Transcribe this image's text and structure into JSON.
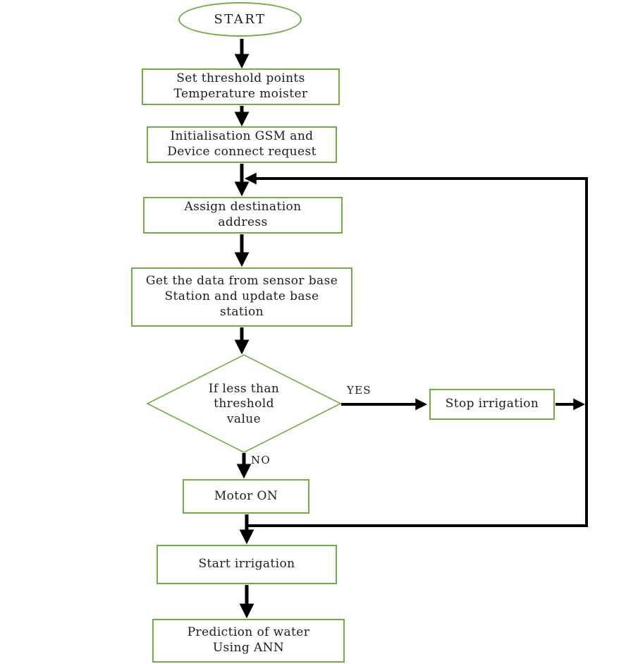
{
  "diagram": {
    "title_hint": "Irrigation control flowchart",
    "colors": {
      "node_border": "#70ad47",
      "connector": "#000000",
      "text": "#1c1c1c",
      "background": "#ffffff"
    },
    "nodes": {
      "start": "START",
      "set_threshold": "Set threshold points\nTemperature moister",
      "init_gsm": "Initialisation GSM and\nDevice connect request",
      "assign_destination": "Assign destination\naddress",
      "get_data": "Get the data from sensor base\nStation and update base\nstation",
      "decision": "If less than\nthreshold\nvalue",
      "stop_irrigation": "Stop irrigation",
      "motor_on": "Motor ON",
      "start_irrigation": "Start irrigation",
      "prediction": "Prediction of water\nUsing ANN"
    },
    "edge_labels": {
      "yes": "YES",
      "no": "NO"
    }
  }
}
